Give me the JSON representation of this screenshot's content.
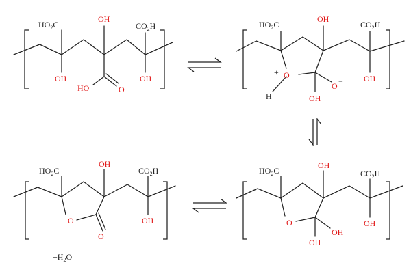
{
  "colors": {
    "bond": "#222222",
    "heteroatom": "#e11919",
    "background": "#ffffff"
  },
  "labels": {
    "oh": "OH",
    "ho": "HO",
    "ho2c_lead": "HO",
    "ho2c_tail": "C",
    "co2h_lead": "CO",
    "co2h_tail": "H",
    "sub2": "2",
    "o": "O",
    "o_minus": "O",
    "minus": "−",
    "plus": "+",
    "h": "H",
    "water": "+H",
    "water_o": "O"
  }
}
